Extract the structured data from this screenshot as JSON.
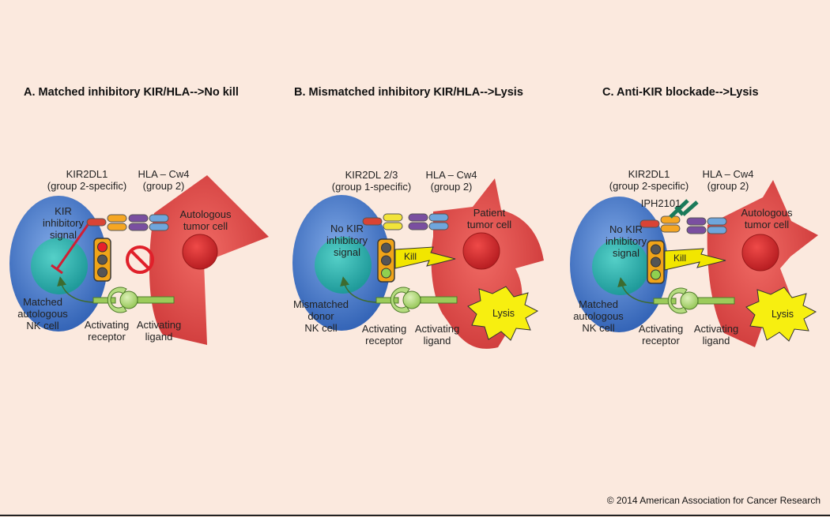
{
  "copyright": "© 2014 American Association for Cancer Research",
  "colors": {
    "background": "#fbe9de",
    "nk_cell": "#3f73c6",
    "nucleus": "#2fb1b0",
    "tumor_cell": "#de4a4a",
    "tumor_nucleus": "#c9262a",
    "activating": "#9ccb5a",
    "kir": "#f5a623",
    "hla": "#7a4fa0",
    "kill_bolt": "#f2e600",
    "antibody": "#1a7a5a"
  },
  "panels": {
    "a": {
      "title": "A.  Matched inhibitory KIR/HLA-->No kill",
      "kir": {
        "line1": "KIR2DL1",
        "line2": "(group 2-specific)"
      },
      "hla": {
        "line1": "HLA – Cw4",
        "line2": "(group 2)"
      },
      "signal": {
        "line1": "KIR",
        "line2": "inhibitory",
        "line3": "signal"
      },
      "tumor": {
        "line1": "Autologous",
        "line2": "tumor cell"
      },
      "nk": {
        "line1": "Matched",
        "line2": "autologous",
        "line3": "NK cell"
      },
      "receptor": {
        "line1": "Activating",
        "line2": "receptor"
      },
      "ligand": {
        "line1": "Activating",
        "line2": "ligand"
      },
      "traffic_light": "red",
      "no_symbol_icon": "no-entry-icon"
    },
    "b": {
      "title": "B.  Mismatched inhibitory KIR/HLA-->Lysis",
      "kir": {
        "line1": "KIR2DL 2/3",
        "line2": "(group 1-specific)"
      },
      "hla": {
        "line1": "HLA – Cw4",
        "line2": "(group 2)"
      },
      "signal": {
        "line1": "No KIR",
        "line2": "inhibitory",
        "line3": "signal"
      },
      "tumor": {
        "line1": "Patient",
        "line2": "tumor cell"
      },
      "kill": "Kill",
      "lysis": "Lysis",
      "nk": {
        "line1": "Mismatched",
        "line2": "donor",
        "line3": "NK cell"
      },
      "receptor": {
        "line1": "Activating",
        "line2": "receptor"
      },
      "ligand": {
        "line1": "Activating",
        "line2": "ligand"
      },
      "traffic_light": "green"
    },
    "c": {
      "title": "C.  Anti-KIR blockade-->Lysis",
      "kir": {
        "line1": "KIR2DL1",
        "line2": "(group 2-specific)"
      },
      "hla": {
        "line1": "HLA – Cw4",
        "line2": "(group 2)"
      },
      "antibody": "IPH2101",
      "signal": {
        "line1": "No KIR",
        "line2": "inhibitory",
        "line3": "signal"
      },
      "tumor": {
        "line1": "Autologous",
        "line2": "tumor cell"
      },
      "kill": "Kill",
      "lysis": "Lysis",
      "nk": {
        "line1": "Matched",
        "line2": "autologous",
        "line3": "NK cell"
      },
      "receptor": {
        "line1": "Activating",
        "line2": "receptor"
      },
      "ligand": {
        "line1": "Activating",
        "line2": "ligand"
      },
      "traffic_light": "green"
    }
  }
}
